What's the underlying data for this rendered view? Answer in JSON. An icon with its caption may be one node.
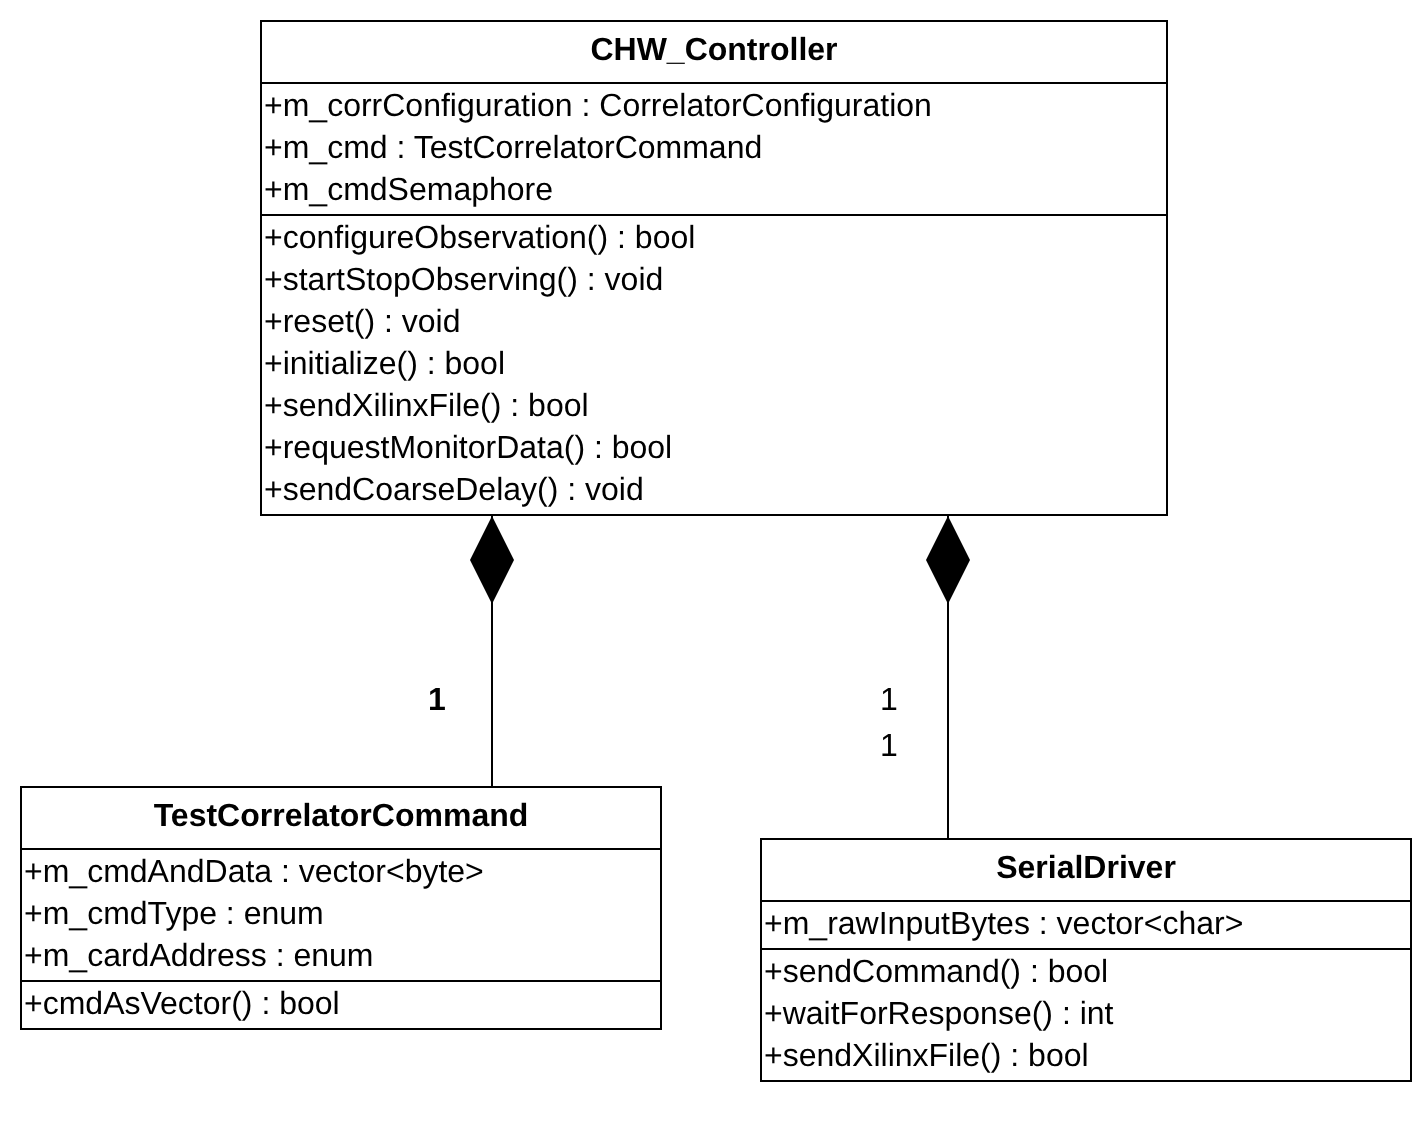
{
  "diagram": {
    "nodes": [
      {
        "text": [
          "CHW_Controller"
        ]
      },
      {
        "text": [
          "+m_corrConfiguration : CorrelatorConfiguration",
          "+m_cmd : TestCorrelatorCommand",
          "+m_cmdSemaphore"
        ],
        "in": 0
      },
      {
        "text": [
          "+configureObservation() : bool",
          "+startStopObserving() : void",
          "+reset() : void",
          "+initialize() : bool",
          "+sendXilinxFile() : bool",
          "+requestMonitorData() : bool",
          "+sendCoarseDelay() : void"
        ],
        "in": 0
      },
      {
        "text": [
          "TestCorrelatorCommand"
        ]
      },
      {
        "text": [
          "+m_cmdAndData : vector<byte>",
          "+m_cmdType : enum",
          "+m_cardAddress : enum"
        ],
        "in": 3
      },
      {
        "text": [
          "+cmdAsVector() : bool"
        ],
        "in": 3
      },
      {
        "text": [
          "SerialDriver"
        ]
      },
      {
        "text": [
          "+m_rawInputBytes : vector<char>"
        ],
        "in": 6
      },
      {
        "text": [
          "+sendCommand() : bool",
          "+waitForResponse() : int",
          "+sendXilinxFile() : bool"
        ],
        "in": 6
      }
    ],
    "edges": [
      {
        "from": 0,
        "to": 3,
        "arrow": "other",
        "label": "1"
      },
      {
        "from": 0,
        "to": 6,
        "arrow": "other",
        "label": "1"
      }
    ],
    "labels": [
      "1"
    ]
  }
}
